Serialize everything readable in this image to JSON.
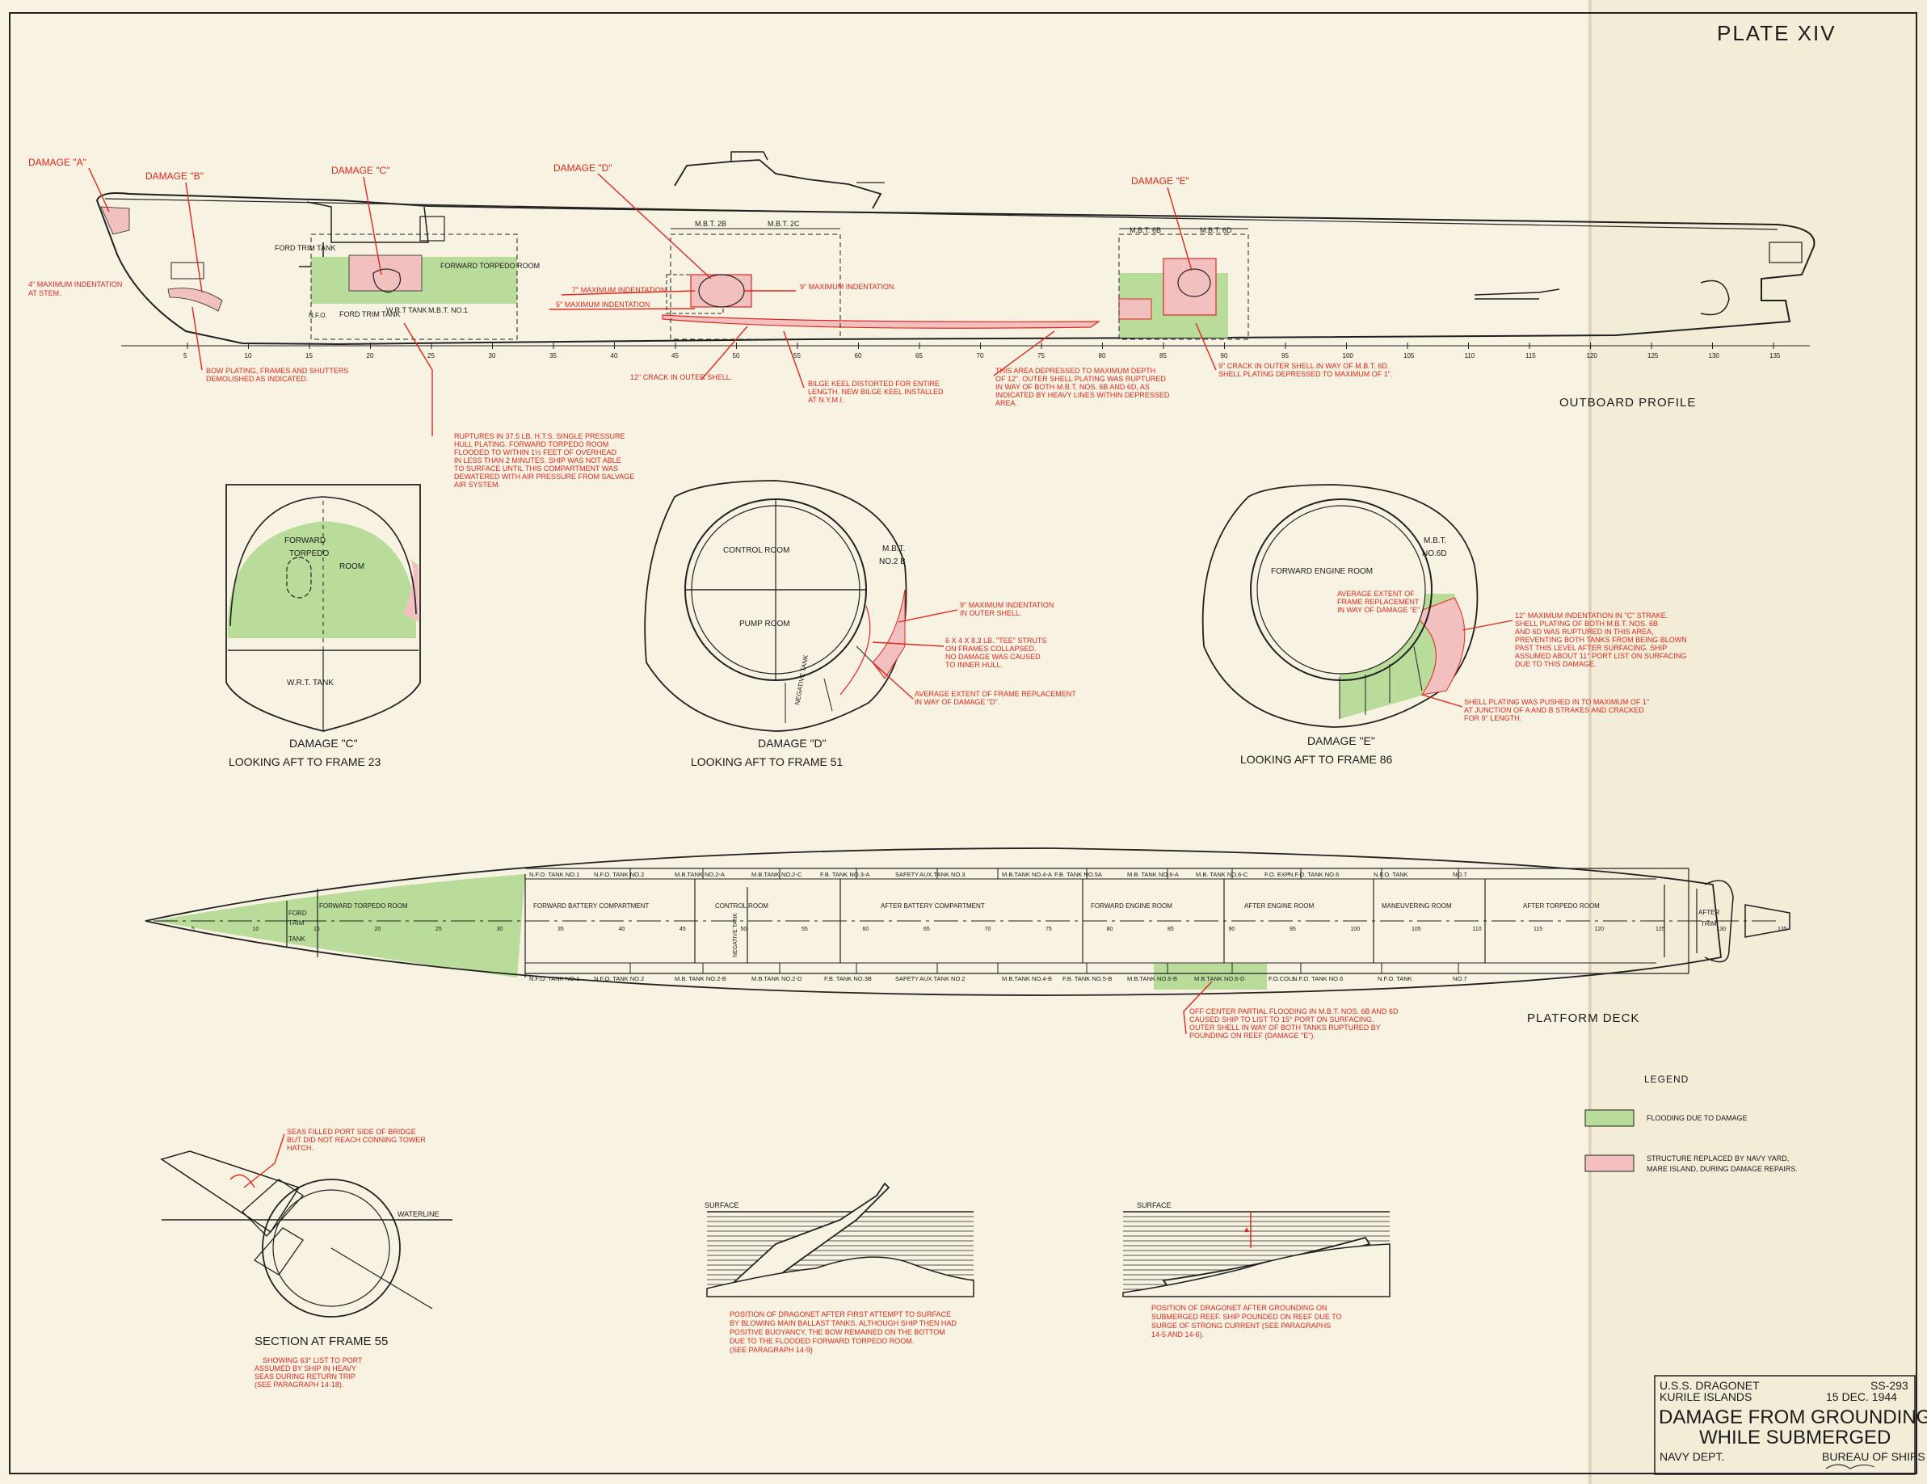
{
  "plate": "PLATE XIV",
  "colors": {
    "paper": "#f7f2e1",
    "flooding": "#b9dc9a",
    "replaced": "#f3c0c0",
    "annotation": "#e2281e",
    "ink": "#1b1b1b"
  },
  "profile": {
    "title": "OUTBOARD PROFILE",
    "damage_labels": [
      "DAMAGE \"A\"",
      "DAMAGE \"B\"",
      "DAMAGE \"C\"",
      "DAMAGE \"D\"",
      "DAMAGE \"E\""
    ],
    "compartments": {
      "ford_trim_tank": "FORD TRIM TANK",
      "forward_torpedo_room": "FORWARD TORPEDO ROOM",
      "ford_trim_tank_low": "FORD TRIM TANK",
      "wrt_tank": "W.R.T TANK",
      "mbt_no1": "M.B.T. NO.1",
      "nfo": "N.F.O.",
      "mbt2b": "M.B.T. 2B",
      "mbt2c": "M.B.T. 2C",
      "mbt6b": "M.B.T. 6B",
      "mbt6d": "M.B.T. 6D"
    },
    "frame_numbers": [
      "5",
      "10",
      "15",
      "20",
      "25",
      "30",
      "35",
      "40",
      "45",
      "50",
      "55",
      "60",
      "65",
      "70",
      "75",
      "80",
      "85",
      "90",
      "95",
      "100",
      "105",
      "110",
      "115",
      "120",
      "125",
      "130",
      "135"
    ],
    "notes": {
      "a_stem": "4\" MAXIMUM INDENTATION AT STEM.",
      "bow_plating": "BOW PLATING, FRAMES AND SHUTTERS DEMOLISHED AS INDICATED.",
      "ruptures": "RUPTURES IN 37.5 LB. H.T.S. SINGLE PRESSURE HULL PLATING. FORWARD TORPEDO ROOM FLOODED TO WITHIN 1½ FEET OF OVERHEAD IN LESS THAN 2 MINUTES. SHIP WAS NOT ABLE TO SURFACE UNTIL THIS COMPARTMENT WAS DEWATERED WITH AIR PRESSURE FROM SALVAGE AIR SYSTEM.",
      "d_7in": "7\" MAXIMUM INDENTATION",
      "d_5in": "5\" MAXIMUM INDENTATION",
      "d_9in": "9\" MAXIMUM INDENTATION.",
      "crack_12": "12\" CRACK IN OUTER SHELL.",
      "bilge_keel": "BILGE KEEL DISTORTED FOR ENTIRE LENGTH. NEW BILGE KEEL INSTALLED AT N.Y.M.I.",
      "e_area": "THIS AREA DEPRESSED TO MAXIMUM DEPTH OF 12\". OUTER SHELL PLATING WAS RUPTURED IN WAY OF BOTH M.B.T. NOS. 6B AND 6D, AS INDICATED BY HEAVY LINES WITHIN DEPRESSED AREA.",
      "e_crack": "9\" CRACK IN OUTER SHELL IN WAY OF M.B.T. 6D. SHELL PLATING DEPRESSED TO MAXIMUM OF 1\"."
    }
  },
  "sections": [
    {
      "label1": "DAMAGE \"C\"",
      "label2": "LOOKING AFT TO FRAME 23",
      "room": "FORWARD TORPEDO ROOM",
      "tank": "W.R.T.    TANK"
    },
    {
      "label1": "DAMAGE \"D\"",
      "label2": "LOOKING AFT TO FRAME 51",
      "room_top": "CONTROL      ROOM",
      "room_bottom": "PUMP      ROOM",
      "tank": "M.B.T. NO.2 B",
      "neg": "NEGATIVE TANK",
      "notes": [
        "9\" MAXIMUM INDENTATION IN OUTER SHELL.",
        "6 X 4 X 8.3 LB. \"TEE\" STRUTS ON FRAMES COLLAPSED. NO DAMAGE WAS CAUSED TO INNER HULL.",
        "AVERAGE EXTENT OF FRAME REPLACEMENT IN WAY OF DAMAGE \"D\"."
      ]
    },
    {
      "label1": "DAMAGE \"E\"",
      "label2": "LOOKING AFT TO FRAME 86",
      "room": "FORWARD ENGINE ROOM",
      "tank": "M.B.T. NO.6 D",
      "notes": [
        "AVERAGE EXTENT OF FRAME REPLACEMENT IN WAY OF DAMAGE \"E\".",
        "12\" MAXIMUM INDENTATION IN \"C\" STRAKE. SHELL PLATING OF BOTH M.B.T. NOS. 6B AND 6D WAS RUPTURED IN THIS AREA, PREVENTING BOTH TANKS FROM BEING BLOWN PAST THIS LEVEL AFTER SURFACING. SHIP ASSUMED ABOUT 11° PORT LIST ON SURFACING DUE TO THIS DAMAGE.",
        "SHELL PLATING WAS PUSHED IN TO MAXIMUM OF 1\" AT JUNCTION OF A AND B STRAKES AND CRACKED FOR 9\" LENGTH."
      ]
    }
  ],
  "deck": {
    "title": "PLATFORM DECK",
    "rooms": [
      "FORD TRIM TANK",
      "FORWARD TORPEDO ROOM",
      "FORWARD BATTERY COMPARTMENT",
      "CONTROL ROOM",
      "AFTER BATTERY COMPARTMENT",
      "FORWARD ENGINE ROOM",
      "AFTER ENGINE ROOM",
      "MANEUVERING ROOM",
      "AFTER TORPEDO ROOM",
      "AFTER TRIM"
    ],
    "neg_tank": "NEGATIVE TANK",
    "top_tanks": [
      "N.F.O. TANK NO.1",
      "N.F.O. TANK NO.2",
      "M.B.TANK NO.2-A",
      "M.B.TANK NO.2-C",
      "F.B. TANK NO.3-A",
      "SAFETY",
      "AUX.TANK NO.3",
      "M.B.TANK NO.4-A",
      "F.B. TANK NO.5A",
      "M.B. TANK NO.6-A",
      "M.B. TANK NO.6-C",
      "F.O. EXP",
      "N.F.O. TANK NO.6",
      "N.F.O. TANK",
      "NO.7"
    ],
    "bottom_tanks": [
      "N.F.O. TANK NO.1",
      "N.F.O. TANK NO.2",
      "M.B. TANK NO.2-B",
      "M.B.TANK NO.2-D",
      "F.B. TANK NO.3B",
      "SAFETY",
      "AUX.TANK NO.2",
      "M.B.TANK NO.4-B",
      "F.B. TANK NO.5-B",
      "M.B.TANK NO.6-B",
      "M.B.TANK NO.6-D",
      "F.O.COLL",
      "N.F.O. TANK NO.6",
      "N.F.O. TANK",
      "NO.7"
    ],
    "note": "OFF CENTER PARTIAL FLOODING IN M.B.T. NOS. 6B AND 6D CAUSED SHIP TO LIST TO 15° PORT ON SURFACING. OUTER SHELL IN WAY OF BOTH TANKS RUPTURED BY POUNDING ON REEF (DAMAGE \"E\")."
  },
  "legend": {
    "title": "LEGEND",
    "items": [
      {
        "label": "FLOODING DUE TO DAMAGE",
        "color": "#b9dc9a"
      },
      {
        "label": "STRUCTURE REPLACED BY NAVY YARD, MARE ISLAND, DURING DAMAGE REPAIRS.",
        "color": "#f3c0c0"
      }
    ]
  },
  "section55": {
    "title": "SECTION AT FRAME 55",
    "waterline": "WATERLINE",
    "note_top": "SEAS FILLED PORT SIDE OF BRIDGE BUT DID NOT REACH CONNING TOWER HATCH.",
    "note_bottom": "SHOWING 63° LIST TO PORT ASSUMED BY SHIP IN HEAVY SEAS DURING RETURN TRIP (SEE PARAGRAPH 14-18)."
  },
  "position1": {
    "surface": "SURFACE",
    "note": "POSITION OF DRAGONET AFTER FIRST ATTEMPT TO SURFACE BY BLOWING MAIN BALLAST TANKS. ALTHOUGH SHIP THEN HAD POSITIVE BUOYANCY, THE BOW REMAINED ON THE BOTTOM DUE TO THE FLOODED FORWARD TORPEDO ROOM. (SEE PARAGRAPH 14-9)"
  },
  "position2": {
    "surface": "SURFACE",
    "note": "POSITION OF DRAGONET AFTER GROUNDING ON SUBMERGED REEF. SHIP POUNDED ON REEF DUE TO SURGE OF STRONG CURRENT (SEE PARAGRAPHS 14-5 AND 14-6)."
  },
  "title_block": {
    "ship": "U.S.S. DRAGONET",
    "hull": "SS-293",
    "place": "KURILE ISLANDS",
    "date": "15 DEC. 1944",
    "title1": "DAMAGE FROM GROUNDING",
    "title2": "WHILE SUBMERGED",
    "dept": "NAVY DEPT.",
    "bureau": "BUREAU OF SHIPS"
  }
}
